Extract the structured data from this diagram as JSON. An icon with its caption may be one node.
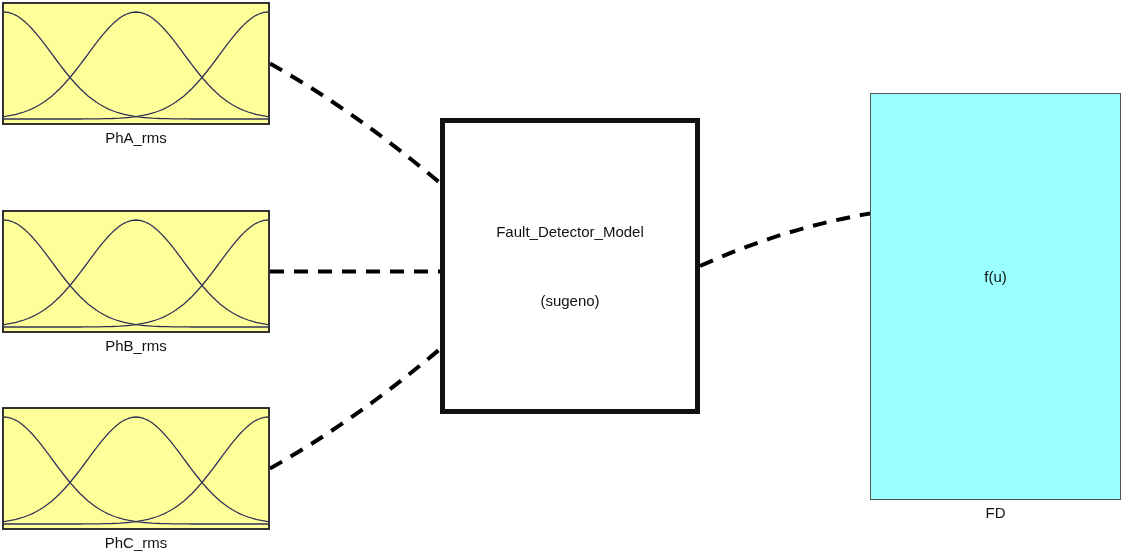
{
  "diagram": {
    "nodes": [
      {
        "text": [
          "PhA_rms"
        ]
      },
      {
        "text": [
          "PhB_rms"
        ]
      },
      {
        "text": [
          "PhC_rms"
        ]
      },
      {
        "text": [
          "Fault_Detector_Model",
          "(sugeno)"
        ]
      },
      {
        "text": [
          "f(u)",
          "FD"
        ]
      }
    ],
    "edges": [
      {
        "from": 0,
        "to": 3,
        "arrow": "none",
        "style": "dashed"
      },
      {
        "from": 1,
        "to": 3,
        "arrow": "none",
        "style": "dashed"
      },
      {
        "from": 2,
        "to": 3,
        "arrow": "none",
        "style": "dashed"
      },
      {
        "from": 3,
        "to": 4,
        "arrow": "none",
        "style": "dashed"
      }
    ]
  }
}
